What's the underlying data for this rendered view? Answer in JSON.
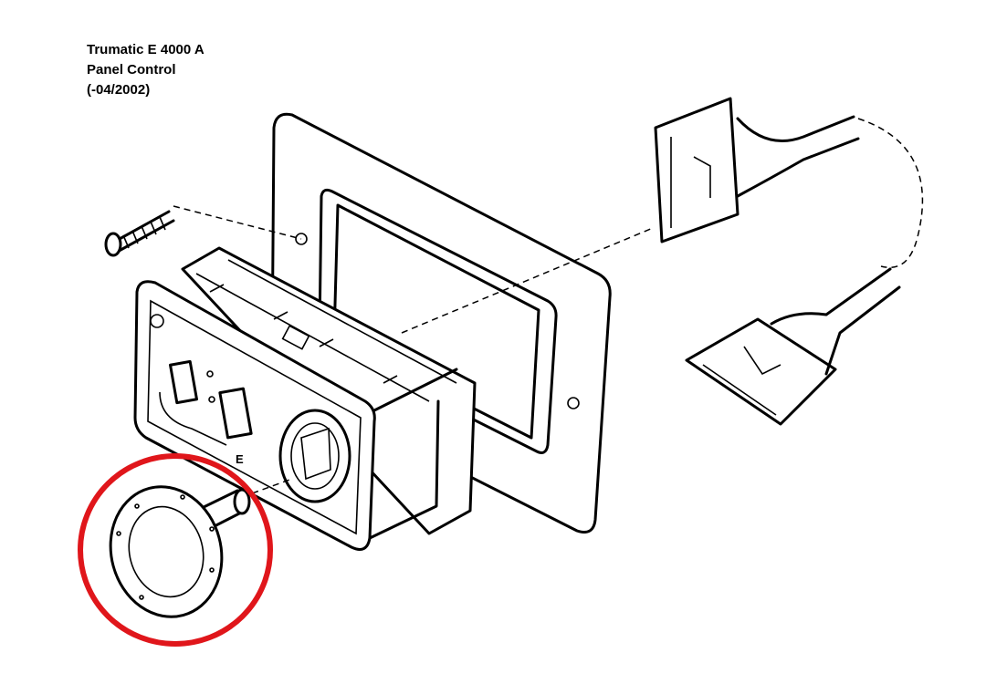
{
  "title": {
    "line1": "Trumatic E 4000 A",
    "line2": "Panel Control",
    "line3": "(-04/2002)"
  },
  "diagram": {
    "switch_label": "E",
    "highlight_color": "#e0161b"
  }
}
